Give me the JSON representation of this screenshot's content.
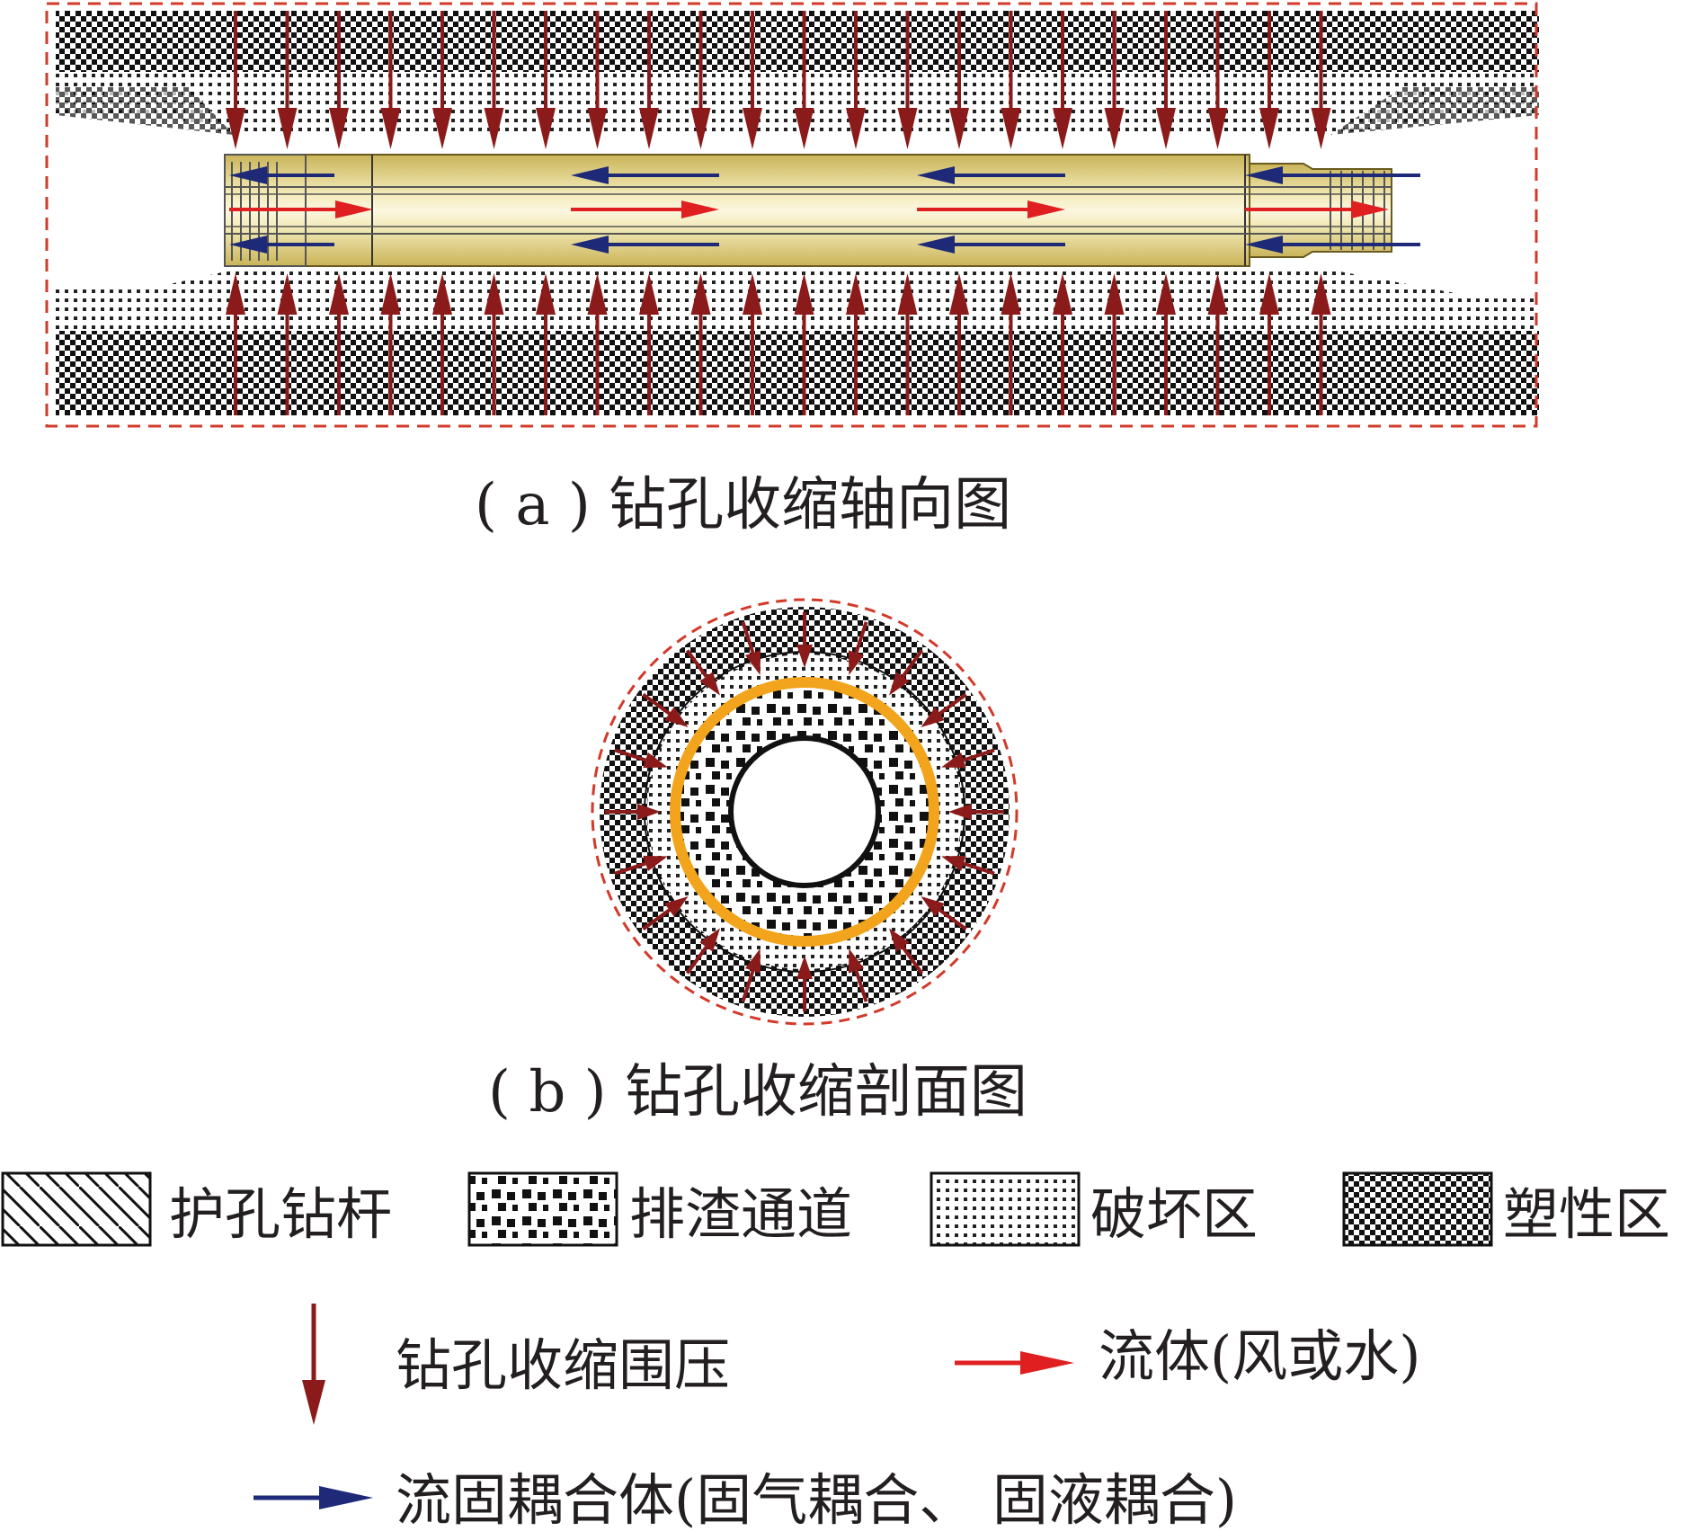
{
  "captions": {
    "a": "( a ) 钻孔收缩轴向图",
    "b": "( b ) 钻孔收缩剖面图"
  },
  "legend": {
    "drill_rod": "护孔钻杆",
    "debris_channel": "排渣通道",
    "damage_zone": "破坏区",
    "plastic_zone": "塑性区",
    "shrinkage_pressure": "钻孔收缩围压",
    "fluid": "流体(风或水)",
    "coupled_body": "流固耦合体(固气耦合、 固液耦合)"
  },
  "colors": {
    "pressure_arrow": "#8b1a1a",
    "fluid_arrow": "#e02020",
    "coupled_arrow": "#1e2a78",
    "rod_fill": "#e6d68e",
    "ring_orange": "#f2a41c",
    "dash_border": "#d23a2a"
  }
}
